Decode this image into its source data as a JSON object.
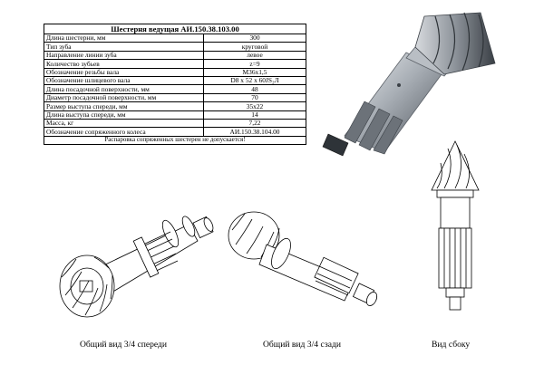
{
  "table": {
    "title": "Шестерня ведущая  АИ.150.38.103.00",
    "rows": [
      {
        "label": "Длина шестерни, мм",
        "value": "300"
      },
      {
        "label": "Тип зуба",
        "value": "круговой"
      },
      {
        "label": "Направление линии зуба",
        "value": "левое"
      },
      {
        "label": "Количество зубьев",
        "value": "z=9"
      },
      {
        "label": "Обозначение резьбы вала",
        "value": "М36х1,5"
      },
      {
        "label": "Обозначение шлицевого вала",
        "value": "D8 х 52 х 60JS₂Л"
      },
      {
        "label": "Длина посадочной поверхности, мм",
        "value": "48"
      },
      {
        "label": "Диаметр посадочной поверхности, мм",
        "value": "70"
      },
      {
        "label": "Размер выступа спереди, мм",
        "value": "35х22"
      },
      {
        "label": "Длина выступа спереди, мм",
        "value": "14"
      },
      {
        "label": "Масса, кг",
        "value": "7,22"
      },
      {
        "label": "Обозначение сопряженного колеса",
        "value": "АИ.150.38.104.00"
      }
    ],
    "footer": "Распаровка сопряженных шестерен не допускается!"
  },
  "captions": {
    "front": "Общий вид 3/4 спереди",
    "rear": "Общий вид 3/4 сзади",
    "side": "Вид сбоку"
  },
  "colors": {
    "background": "#ffffff",
    "line": "#000000",
    "steel_light": "#c9ccd0",
    "steel_mid": "#8d939a",
    "steel_dark": "#3a3f45"
  }
}
